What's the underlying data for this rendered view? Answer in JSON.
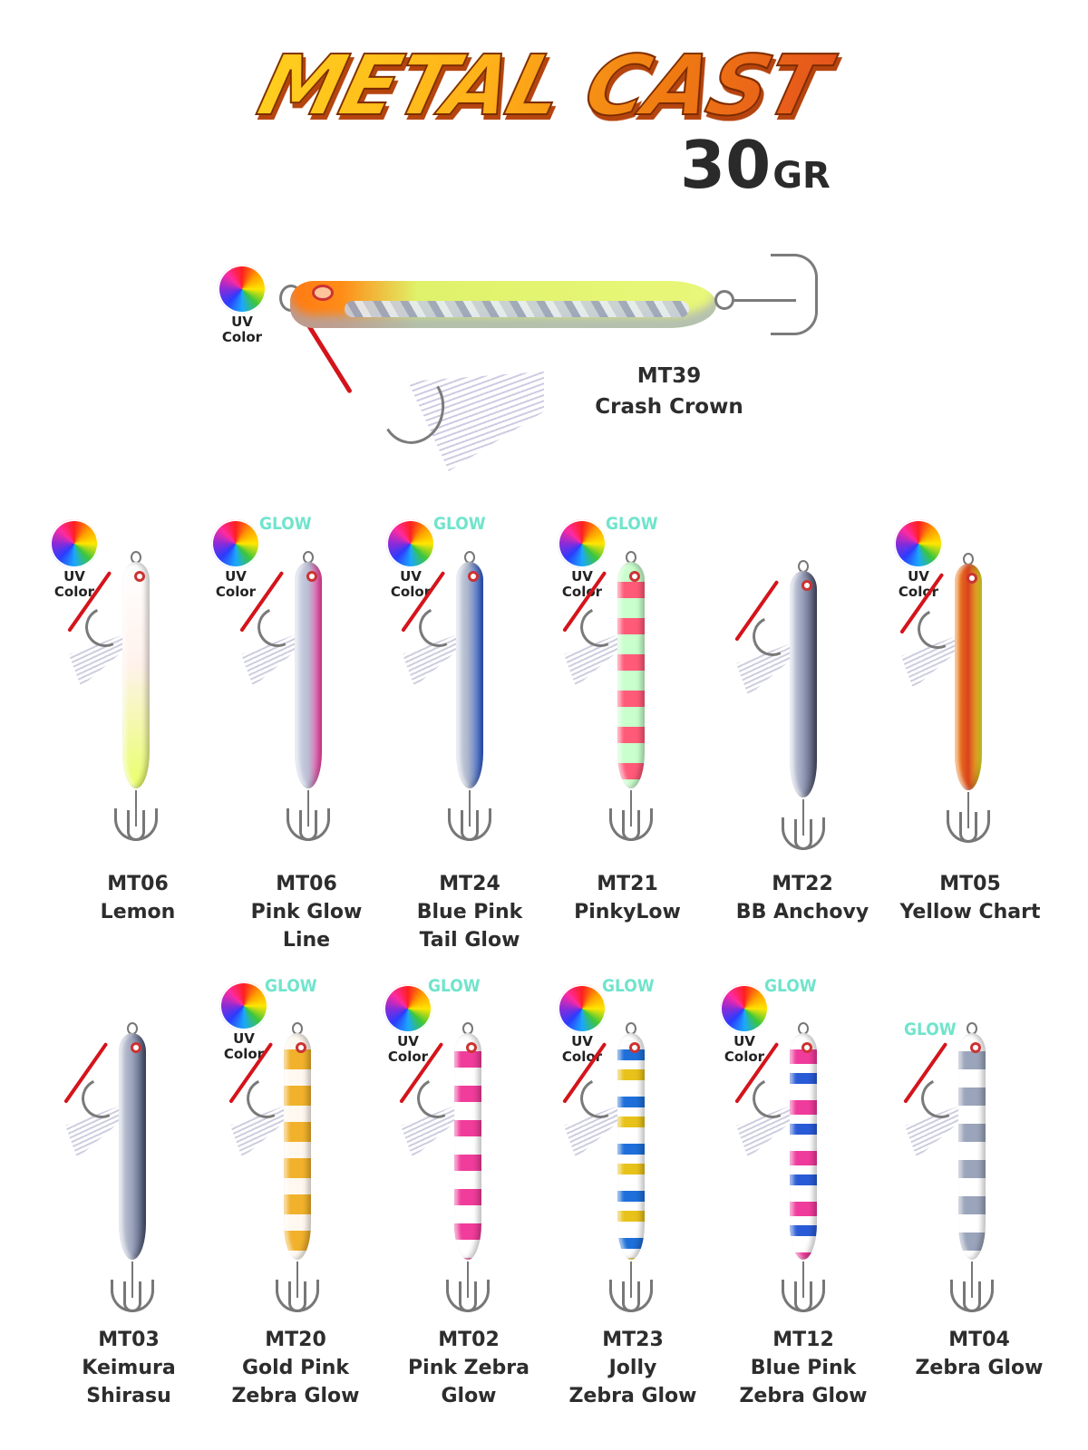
{
  "header": {
    "logo_text": "METAL CAST",
    "weight_value": "30",
    "weight_unit": "GR"
  },
  "hero": {
    "code": "MT39",
    "name": "Crash Crown",
    "badge_uv": "UV",
    "badge_color": "Color"
  },
  "badges": {
    "uv": "UV",
    "color": "Color",
    "glow": "GLOW"
  },
  "row1": [
    {
      "code": "MT06",
      "line1": "Lemon",
      "line2": "",
      "body_gradient": "linear-gradient(180deg,#ffffff 0%,#fff2ec 45%,#e9ff6a 100%)"
    },
    {
      "code": "MT06",
      "line1": "Pink Glow",
      "line2": "Line",
      "body_gradient": "linear-gradient(90deg,#d8dcea 0%,#b9bdd4 50%,#ff3ea6 100%)"
    },
    {
      "code": "MT24",
      "line1": "Blue Pink",
      "line2": "Tail Glow",
      "body_gradient": "linear-gradient(90deg,#d8dde8 0%,#a9b3c9 45%,#2c5bd1 100%)"
    },
    {
      "code": "MT21",
      "line1": "PinkyLow",
      "line2": "",
      "body_gradient": "repeating-linear-gradient(180deg,#c8ffcc 0 22px,#ff5a78 22px 40px)"
    },
    {
      "code": "MT22",
      "line1": "BB Anchovy",
      "line2": "",
      "body_gradient": "linear-gradient(90deg,#d7dbe6 0%,#9aa2bd 45%,#4b4f6a 100%)"
    },
    {
      "code": "MT05",
      "line1": "Yellow Chart",
      "line2": "",
      "body_gradient": "linear-gradient(90deg,#f08a1a 0%,#d9431d 50%,#f2ee2a 100%)"
    }
  ],
  "row2": [
    {
      "code": "MT03",
      "line1": "Keimura",
      "line2": "Shirasu",
      "body_gradient": "linear-gradient(90deg,#cfd3df 0%,#9aa2bb 50%,#46516e 100%)"
    },
    {
      "code": "MT20",
      "line1": "Gold Pink",
      "line2": "Zebra Glow",
      "body_gradient": "repeating-linear-gradient(180deg,#fff8f0 0 18px,#f1b12b 18px 40px)"
    },
    {
      "code": "MT02",
      "line1": "Pink Zebra",
      "line2": "Glow",
      "body_gradient": "repeating-linear-gradient(180deg,#ffffff 0 20px,#f03c9a 20px 38px)"
    },
    {
      "code": "MT23",
      "line1": "Jolly",
      "line2": "Zebra Glow",
      "body_gradient": "repeating-linear-gradient(180deg,#ffffff 0 18px,#1e6fd9 18px 30px,#ffffff 30px 40px,#e8c21a 40px 52px)"
    },
    {
      "code": "MT12",
      "line1": "Blue Pink",
      "line2": "Zebra Glow",
      "body_gradient": "repeating-linear-gradient(180deg,#ffffff 0 18px,#ef3b9c 18px 34px,#ffffff 34px 44px,#2a5bd6 44px 56px)"
    },
    {
      "code": "MT04",
      "line1": "Zebra Glow",
      "line2": "",
      "body_gradient": "repeating-linear-gradient(180deg,#ffffff 0 20px,#9aa4ba 20px 40px)"
    }
  ]
}
